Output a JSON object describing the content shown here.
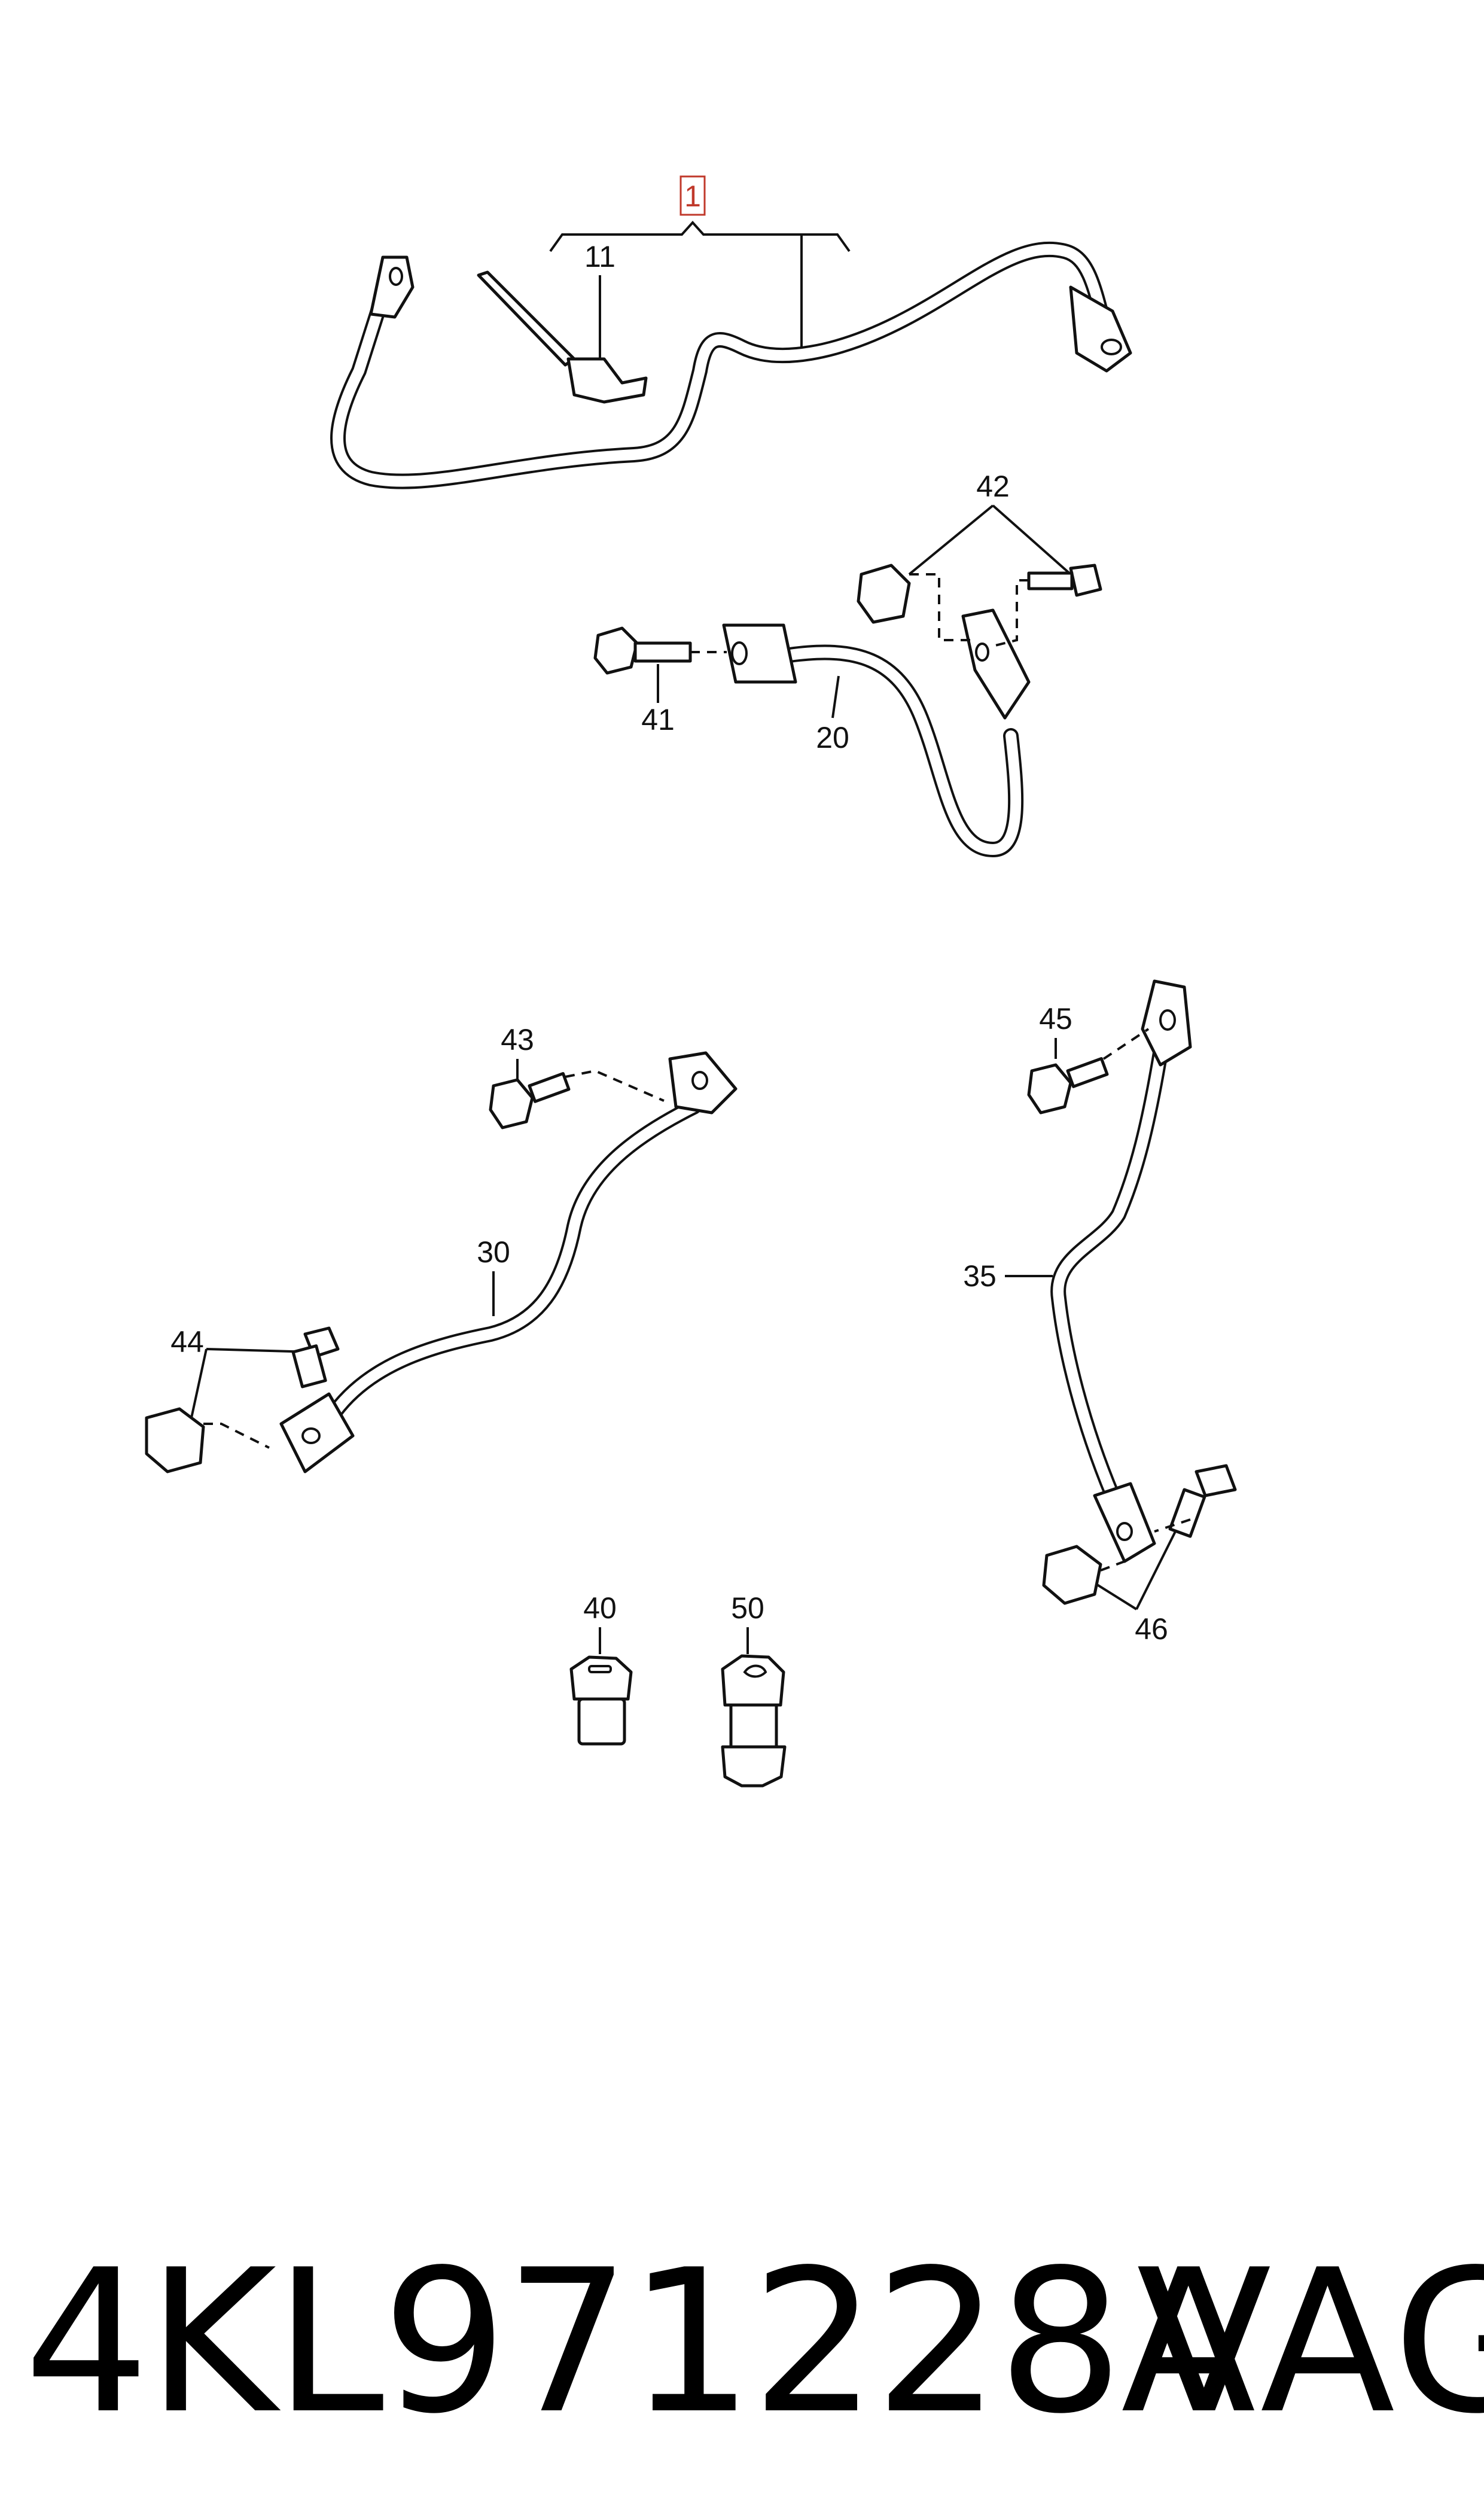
{
  "diagram": {
    "callouts": {
      "c1": "1",
      "c11": "11",
      "c42": "42",
      "c41": "41",
      "c20": "20",
      "c43": "43",
      "c45": "45",
      "c30": "30",
      "c35": "35",
      "c44": "44",
      "c46": "46",
      "c40": "40",
      "c50": "50"
    },
    "highlight_color": "#c0392b"
  },
  "footer": {
    "part_number": "4KL971228A",
    "brand": "VAG"
  }
}
